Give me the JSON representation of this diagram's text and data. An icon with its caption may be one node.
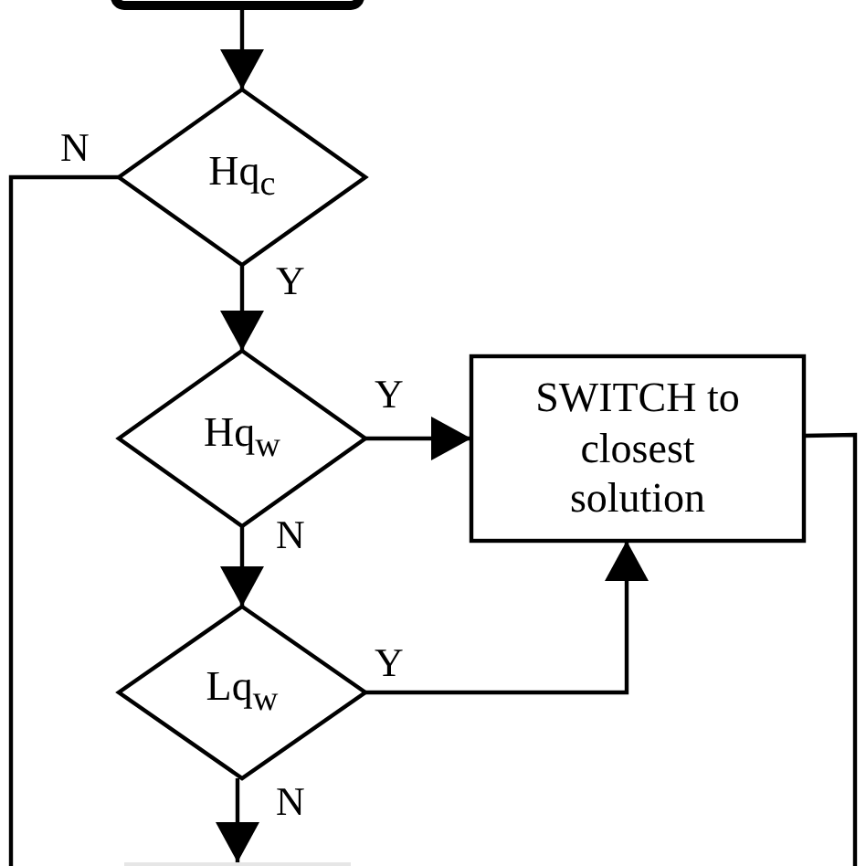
{
  "diagram": {
    "nodes": [
      {
        "text": [],
        "shape": "box"
      },
      {
        "text": [
          "Hq$_{c}$"
        ]
      },
      {
        "text": [
          "Hq$_{w}$"
        ]
      },
      {
        "text": [
          "SWITCH to closest solution"
        ]
      },
      {
        "text": [
          "Lq$_{w}$"
        ]
      },
      {
        "text": [],
        "shape": "box"
      }
    ],
    "edges": [
      {
        "from": 0,
        "to": 1,
        "arrow": "to"
      },
      {
        "from": 1,
        "to": null,
        "arrow": "none",
        "label": "N"
      },
      {
        "from": 1,
        "to": 2,
        "arrow": "to",
        "label": "Y"
      },
      {
        "from": 2,
        "to": 3,
        "arrow": "to",
        "label": "Y"
      },
      {
        "from": 2,
        "to": 4,
        "arrow": "to",
        "label": "N"
      },
      {
        "from": 4,
        "to": 3,
        "arrow": "to",
        "label": "Y"
      },
      {
        "from": 4,
        "to": 5,
        "arrow": "to",
        "label": "N"
      },
      {
        "from": 3,
        "to": null,
        "arrow": "none"
      }
    ]
  }
}
